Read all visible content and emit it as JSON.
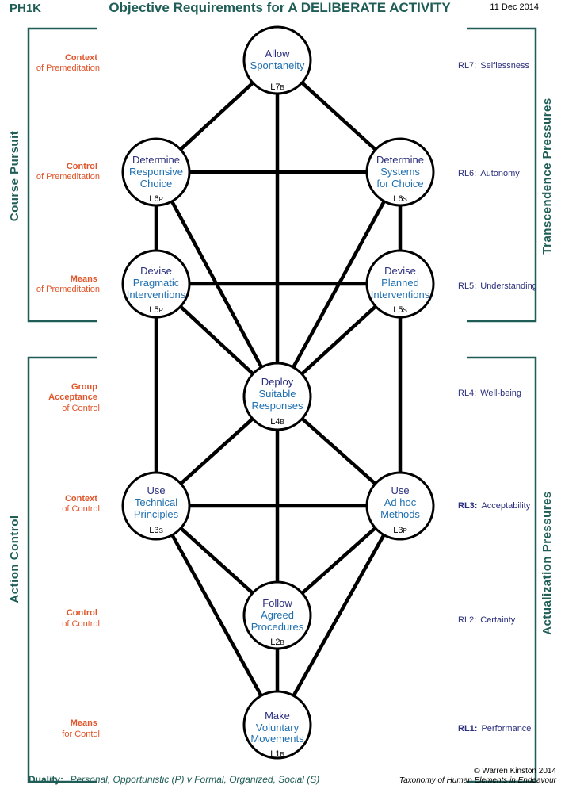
{
  "header": {
    "code": "PH1K",
    "title": "Objective Requirements for A DELIBERATE ACTIVITY",
    "date": "11 Dec 2014"
  },
  "brackets": {
    "course_pursuit": "Course  Pursuit",
    "action_control": "Action  Control",
    "transcendence": "Transcendence  Pressures",
    "actualization": "Actualization  Pressures"
  },
  "left_labels": [
    {
      "line1": "Context",
      "line2": "of Premeditation",
      "line3": ""
    },
    {
      "line1": "Control",
      "line2": "of Premeditation",
      "line3": ""
    },
    {
      "line1": "Means",
      "line2": "of Premeditation",
      "line3": ""
    },
    {
      "line1": "Group",
      "line2": "Acceptance",
      "line3": "of Control"
    },
    {
      "line1": "Context",
      "line2": "of Control",
      "line3": ""
    },
    {
      "line1": "Control",
      "line2": "of Control",
      "line3": ""
    },
    {
      "line1": "Means",
      "line2": "for Contol",
      "line3": ""
    }
  ],
  "right_labels": [
    {
      "code": "RL7:",
      "text": "Selflessness"
    },
    {
      "code": "RL6:",
      "text": "Autonomy"
    },
    {
      "code": "RL5:",
      "text": "Understanding"
    },
    {
      "code": "RL4:",
      "text": "Well-being"
    },
    {
      "code": "RL3:",
      "text": "Acceptability"
    },
    {
      "code": "RL2:",
      "text": "Certainty"
    },
    {
      "code": "RL1:",
      "text": "Performance"
    }
  ],
  "nodes": {
    "l7b": {
      "lines": [
        "Allow",
        "Spontaneity"
      ],
      "level": "L7",
      "suffix": "B"
    },
    "l6p": {
      "lines": [
        "Determine",
        "Responsive",
        "Choice"
      ],
      "level": "L6",
      "suffix": "P"
    },
    "l6s": {
      "lines": [
        "Determine",
        "Systems",
        "for Choice"
      ],
      "level": "L6",
      "suffix": "S"
    },
    "l5p": {
      "lines": [
        "Devise",
        "Pragmatic",
        "Interventions"
      ],
      "level": "L5",
      "suffix": "P"
    },
    "l5s": {
      "lines": [
        "Devise",
        "Planned",
        "Interventions"
      ],
      "level": "L5",
      "suffix": "S"
    },
    "l4b": {
      "lines": [
        "Deploy",
        "Suitable",
        "Responses"
      ],
      "level": "L4",
      "suffix": "B"
    },
    "l3s": {
      "lines": [
        "Use",
        "Technical",
        "Principles"
      ],
      "level": "L3",
      "suffix": "S"
    },
    "l3p": {
      "lines": [
        "Use",
        "Ad hoc",
        "Methods"
      ],
      "level": "L3",
      "suffix": "P"
    },
    "l2b": {
      "lines": [
        "Follow",
        "Agreed",
        "Procedures"
      ],
      "level": "L2",
      "suffix": "B"
    },
    "l1b": {
      "lines": [
        "Make",
        "Voluntary",
        "Movements"
      ],
      "level": "L1",
      "suffix": "B"
    }
  },
  "footer": {
    "duality_label": "Duality:",
    "duality_text": "Personal, Opportunistic (P)  v  Formal, Organized, Social (S)",
    "copyright": "© Warren Kinston 2014",
    "source": "Taxonomy of Human Elements in Endeavour"
  },
  "colors": {
    "teal": "#1f5d56",
    "orange": "#e0552a",
    "navy": "#2b2f7d",
    "blue": "#1e6fb0"
  }
}
